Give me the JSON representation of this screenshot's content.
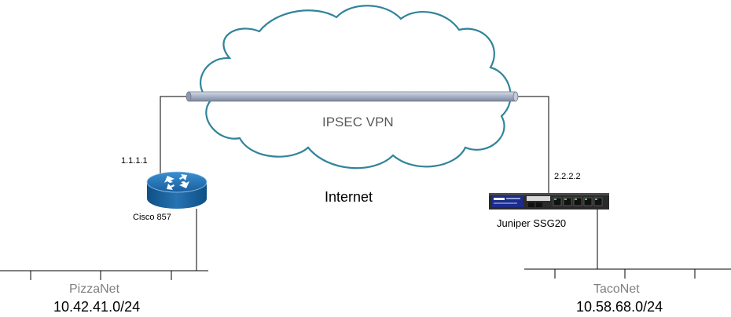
{
  "diagram": {
    "cloud_label": "IPSEC VPN",
    "internet_label": "Internet"
  },
  "site_a": {
    "router_name": "Cisco 857",
    "wan_ip": "1.1.1.1",
    "lan_name": "PizzaNet",
    "lan_subnet": "10.42.41.0/24"
  },
  "site_b": {
    "device_name": "Juniper SSG20",
    "wan_ip": "2.2.2.2",
    "lan_name": "TacoNet",
    "lan_subnet": "10.58.68.0/24"
  },
  "colors": {
    "cloud_stroke": "#31849b",
    "tunnel": "#a6b3c9",
    "router": "#1f6fb4",
    "firewall": "#2b2b2b"
  },
  "icons": {
    "router": "router-icon",
    "firewall": "firewall-appliance-icon",
    "cloud": "cloud-icon"
  }
}
